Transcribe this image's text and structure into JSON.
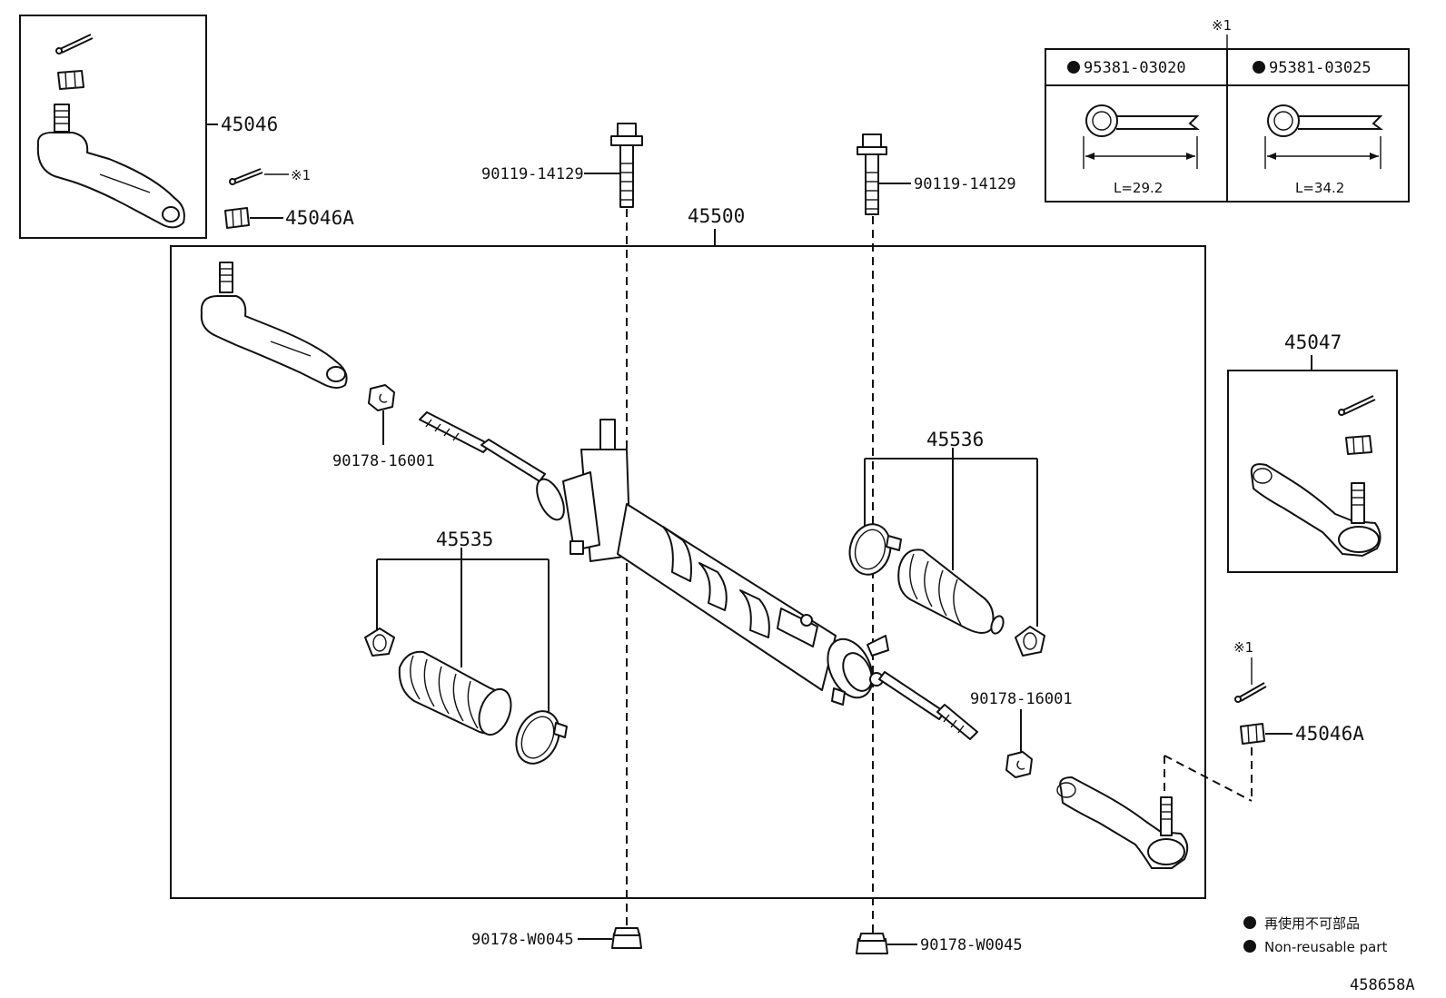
{
  "diagram": {
    "title_code": "458658A",
    "note_mark": "※1",
    "labels": {
      "tie_rod_end_lh": "45046",
      "tie_rod_end_rh": "45047",
      "nut_upper": "45046A",
      "nut_lower": "45046A",
      "rack_assy": "45500",
      "boot_left": "45535",
      "boot_right": "45536",
      "bolt_left": "90119-14129",
      "bolt_right": "90119-14129",
      "nut_left": "90178-16001",
      "nut_right": "90178-16001",
      "mount_nut_left": "90178-W0045",
      "mount_nut_right": "90178-W0045",
      "cotter_mark_upper": "※1",
      "cotter_mark_lower": "※1"
    },
    "cotter_table": {
      "header_mark": "※1",
      "columns": [
        {
          "part": "95381-03020",
          "length": "L=29.2"
        },
        {
          "part": "95381-03025",
          "length": "L=34.2"
        }
      ]
    },
    "legend": {
      "non_reusable_jp": "再使用不可部品",
      "non_reusable_en": "Non-reusable part"
    },
    "colors": {
      "line": "#111111",
      "background": "#ffffff"
    }
  }
}
